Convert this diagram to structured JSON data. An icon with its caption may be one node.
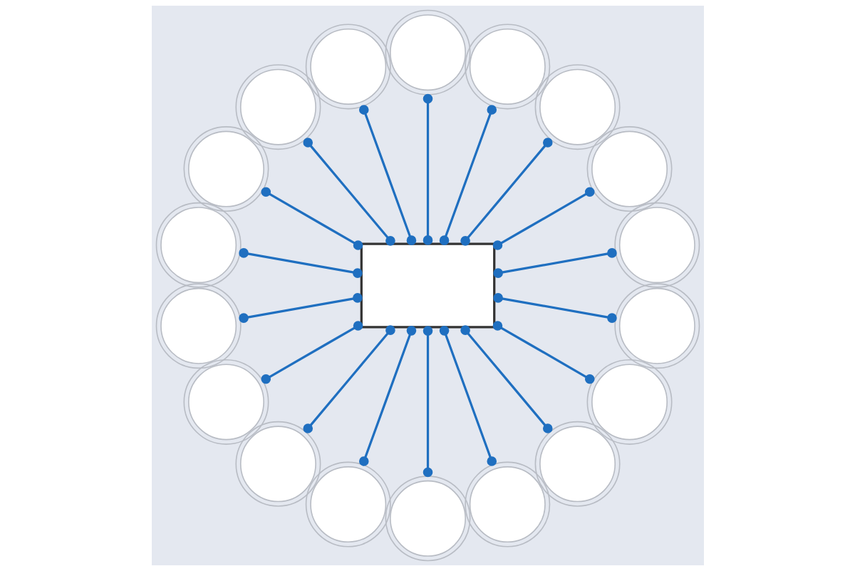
{
  "diagram": {
    "nodes": [
      {
        "text": [],
        "shape": "box"
      },
      {
        "text": [],
        "shape": "circle"
      },
      {
        "text": [],
        "shape": "circle"
      },
      {
        "text": [],
        "shape": "circle"
      },
      {
        "text": [],
        "shape": "circle"
      },
      {
        "text": [],
        "shape": "circle"
      },
      {
        "text": [],
        "shape": "circle"
      },
      {
        "text": [],
        "shape": "circle"
      },
      {
        "text": [],
        "shape": "circle"
      },
      {
        "text": [],
        "shape": "circle"
      },
      {
        "text": [],
        "shape": "circle"
      },
      {
        "text": [],
        "shape": "circle"
      },
      {
        "text": [],
        "shape": "circle"
      },
      {
        "text": [],
        "shape": "circle"
      },
      {
        "text": [],
        "shape": "circle"
      },
      {
        "text": [],
        "shape": "circle"
      },
      {
        "text": [],
        "shape": "circle"
      },
      {
        "text": [],
        "shape": "circle"
      },
      {
        "text": [],
        "shape": "circle"
      }
    ],
    "edges": [
      {
        "from": 0,
        "to": 1,
        "arrow": "other"
      },
      {
        "from": 0,
        "to": 2,
        "arrow": "other"
      },
      {
        "from": 0,
        "to": 3,
        "arrow": "other"
      },
      {
        "from": 0,
        "to": 4,
        "arrow": "other"
      },
      {
        "from": 0,
        "to": 5,
        "arrow": "other"
      },
      {
        "from": 0,
        "to": 6,
        "arrow": "other"
      },
      {
        "from": 0,
        "to": 7,
        "arrow": "other"
      },
      {
        "from": 0,
        "to": 8,
        "arrow": "other"
      },
      {
        "from": 0,
        "to": 9,
        "arrow": "other"
      },
      {
        "from": 0,
        "to": 10,
        "arrow": "other"
      },
      {
        "from": 0,
        "to": 11,
        "arrow": "other"
      },
      {
        "from": 0,
        "to": 12,
        "arrow": "other"
      },
      {
        "from": 0,
        "to": 13,
        "arrow": "other"
      },
      {
        "from": 0,
        "to": 14,
        "arrow": "other"
      },
      {
        "from": 0,
        "to": 15,
        "arrow": "other"
      },
      {
        "from": 0,
        "to": 16,
        "arrow": "other"
      },
      {
        "from": 0,
        "to": 17,
        "arrow": "other"
      },
      {
        "from": 0,
        "to": 18,
        "arrow": "other"
      }
    ]
  }
}
